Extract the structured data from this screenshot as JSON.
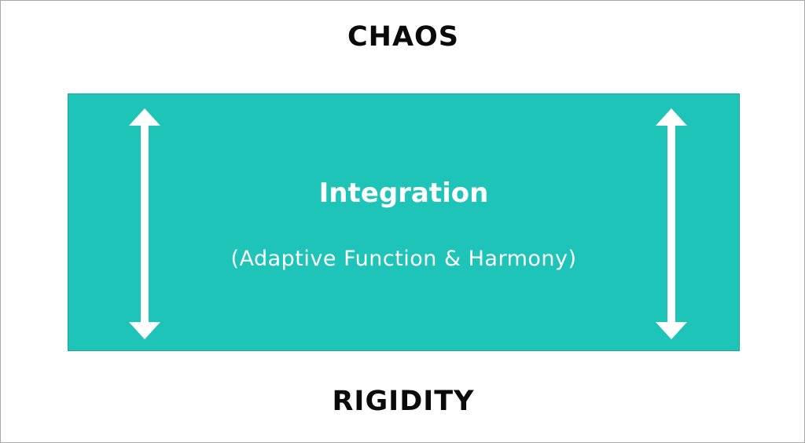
{
  "labels": {
    "top": "CHAOS",
    "bottom": "RIGIDITY"
  },
  "band": {
    "title": "Integration",
    "subtitle": "(Adaptive Function & Harmony)",
    "color": "#1ec4b8"
  },
  "arrows": {
    "left_icon": "double-headed-vertical-arrow",
    "right_icon": "double-headed-vertical-arrow",
    "color": "#ffffff"
  }
}
